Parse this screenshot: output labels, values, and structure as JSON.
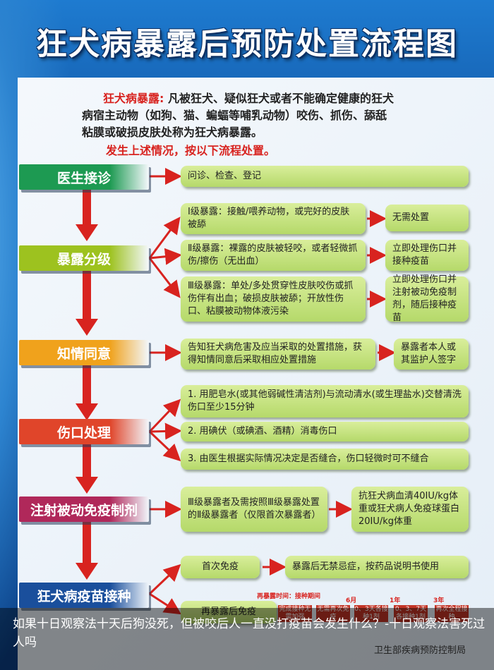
{
  "title": "狂犬病暴露后预防处置流程图",
  "intro": {
    "term": "狂犬病暴露:",
    "line1": "凡被狂犬、疑似狂犬或者不能确定健康的狂犬",
    "line2": "病宿主动物（如狗、猫、蝙蝠等哺乳动物）咬伤、抓伤、舔舐",
    "line3": "粘膜或破损皮肤处称为狂犬病暴露。",
    "instruction": "发生上述情况，按以下流程处置。"
  },
  "stages": [
    {
      "label": "医生接诊",
      "color": "#1d9a52"
    },
    {
      "label": "暴露分级",
      "color": "#9dc21f"
    },
    {
      "label": "知情同意",
      "color": "#f0a21c"
    },
    {
      "label": "伤口处理",
      "color": "#e0452a"
    },
    {
      "label": "注射被动免疫制剂",
      "color": "#b0285a"
    },
    {
      "label": "狂犬病疫苗接种",
      "color": "#1a4f9c"
    }
  ],
  "boxes": {
    "reception": "问诊、检查、登记",
    "grade1": "Ⅰ级暴露：接触/喂养动物，或完好的皮肤被舔",
    "grade1_action": "无需处置",
    "grade2": "Ⅱ级暴露：裸露的皮肤被轻咬，或者轻微抓伤/擦伤（无出血）",
    "grade2_action": "立即处理伤口并接种疫苗",
    "grade3": "Ⅲ级暴露：单处/多处贯穿性皮肤咬伤或抓伤伴有出血；破损皮肤被舔；开放性伤口、粘膜被动物体液污染",
    "grade3_action": "立即处理伤口并注射被动免疫制剂，随后接种疫苗",
    "consent": "告知狂犬病危害及应当采取的处置措施，获得知情同意后采取相应处置措施",
    "consent_sign": "暴露者本人或其监护人签字",
    "wound1": "1. 用肥皂水(或其他弱碱性清洁剂)与流动清水(或生理盐水)交替清洗伤口至少15分钟",
    "wound2": "2. 用碘伏（或碘酒、酒精）消毒伤口",
    "wound3": "3. 由医生根据实际情况决定是否缝合，伤口轻微时可不缝合",
    "passive": "Ⅲ级暴露者及需按照Ⅲ级暴露处置的Ⅱ级暴露者（仅限首次暴露者）",
    "passive_dose": "抗狂犬病血清40IU/kg体重或狂犬病人免疫球蛋白20IU/kg体重",
    "vaccine_first": "首次免疫",
    "vaccine_first_note": "暴露后无禁忌症，按药品说明书使用",
    "vaccine_re": "再暴露后免疫"
  },
  "timeline": {
    "header": "再暴露时间：接种期间",
    "marks": [
      "6月",
      "1年",
      "3年"
    ],
    "cells": [
      "完成接种无需加强",
      "无需再次免疫",
      "0、3天各接种1剂",
      "0、3、7天各接种1剂",
      "再次全程接种"
    ]
  },
  "caption": "如果十日观察法十天后狗没死，但被咬后人一直没打疫苗会发生什么？-十日观察法害死过人吗",
  "publisher": "卫生部疾病预防控制局"
}
